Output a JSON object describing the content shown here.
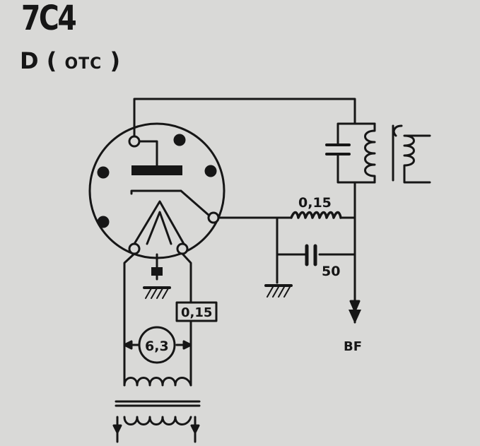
{
  "header": {
    "tube_type": "7C4",
    "base_letter": "D",
    "base_name": "OTC",
    "paren_open": "(",
    "paren_close": ")"
  },
  "labels": {
    "grid_resistor": "0,15",
    "grid_capacitor": "50",
    "heater_current": "0,15",
    "heater_voltage": "6,3",
    "output": "BF"
  },
  "colors": {
    "background": "#d9d9d7",
    "ink": "#161616"
  }
}
